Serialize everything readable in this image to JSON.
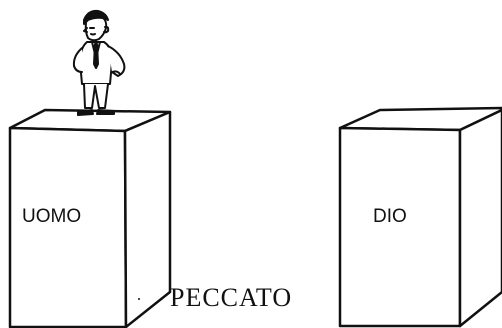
{
  "diagram": {
    "left_block": {
      "label": "UOMO"
    },
    "right_block": {
      "label": "DIO"
    },
    "gap": {
      "label": "PECCATO"
    },
    "figure": {
      "description": "man-figure"
    },
    "colors": {
      "ink": "#111111",
      "background": "#ffffff"
    }
  }
}
